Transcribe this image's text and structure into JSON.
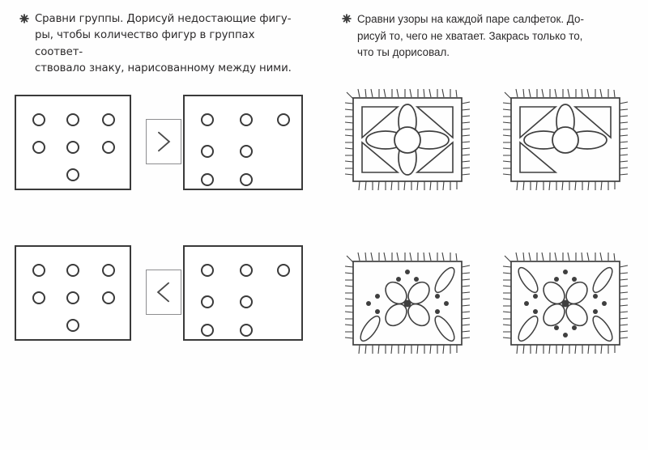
{
  "page": {
    "title": "Рабочая страница: сравнение групп и узоров",
    "background_color": "#ffffff",
    "ink_color": "#3a3a3a"
  },
  "exercises": [
    {
      "id": "compare-groups",
      "bullet_icon": "asterisk-bullet-icon",
      "instruction": "Сравни группы. Дорисуй недостающие фигу-\nры, чтобы количество фигур в группах соответ-\nствовало знаку, нарисованному между ними.",
      "rows": [
        {
          "id": "row-1",
          "sign": ">",
          "sign_name": "greater-than",
          "left_group": {
            "count": 7,
            "rows": [
              3,
              3,
              1
            ],
            "layout": "3-3-1-center"
          },
          "right_group": {
            "count": 7,
            "rows": [
              3,
              2,
              2
            ],
            "layout": "3-2-2-left"
          }
        },
        {
          "id": "row-2",
          "sign": "<",
          "sign_name": "less-than",
          "left_group": {
            "count": 7,
            "rows": [
              3,
              3,
              1
            ],
            "layout": "3-3-1-center"
          },
          "right_group": {
            "count": 7,
            "rows": [
              3,
              2,
              2
            ],
            "layout": "3-2-2-left"
          }
        }
      ]
    },
    {
      "id": "compare-napkins",
      "bullet_icon": "asterisk-bullet-icon",
      "instruction": "Сравни узоры на каждой паре салфеток. До-\nрисуй то, чего не хватает. Закрась только то,\nчто ты дорисовал.",
      "napkins": [
        {
          "id": "napkin-1",
          "label": "napkin-flower-complete",
          "pattern": "cross-flower",
          "petals": [
            "top",
            "right",
            "bottom",
            "left"
          ],
          "corner_triangles": [
            "top-left",
            "top-right",
            "bottom-left",
            "bottom-right"
          ],
          "complete": true
        },
        {
          "id": "napkin-2",
          "label": "napkin-flower-incomplete",
          "pattern": "cross-flower",
          "petals": [
            "top",
            "right",
            "left"
          ],
          "corner_triangles": [
            "top-left",
            "top-right",
            "bottom-left"
          ],
          "missing": [
            "bottom-petal",
            "bottom-right-triangle"
          ],
          "complete": false
        },
        {
          "id": "napkin-3",
          "label": "napkin-leaf-incomplete",
          "pattern": "four-petal-flower-with-dots",
          "petals": [
            "top-left",
            "top-right",
            "bottom-right",
            "bottom-left"
          ],
          "corner_leaves": [
            "top-right",
            "bottom-left",
            "bottom-right"
          ],
          "dot_clusters": [
            "top",
            "left",
            "right"
          ],
          "missing": [
            "top-left-leaf",
            "bottom-dot-cluster"
          ],
          "complete": false
        },
        {
          "id": "napkin-4",
          "label": "napkin-leaf-complete",
          "pattern": "four-petal-flower-with-dots",
          "petals": [
            "top-left",
            "top-right",
            "bottom-right",
            "bottom-left"
          ],
          "corner_leaves": [
            "top-left",
            "top-right",
            "bottom-left",
            "bottom-right"
          ],
          "dot_clusters": [
            "top",
            "bottom",
            "left",
            "right"
          ],
          "complete": true
        }
      ]
    }
  ]
}
